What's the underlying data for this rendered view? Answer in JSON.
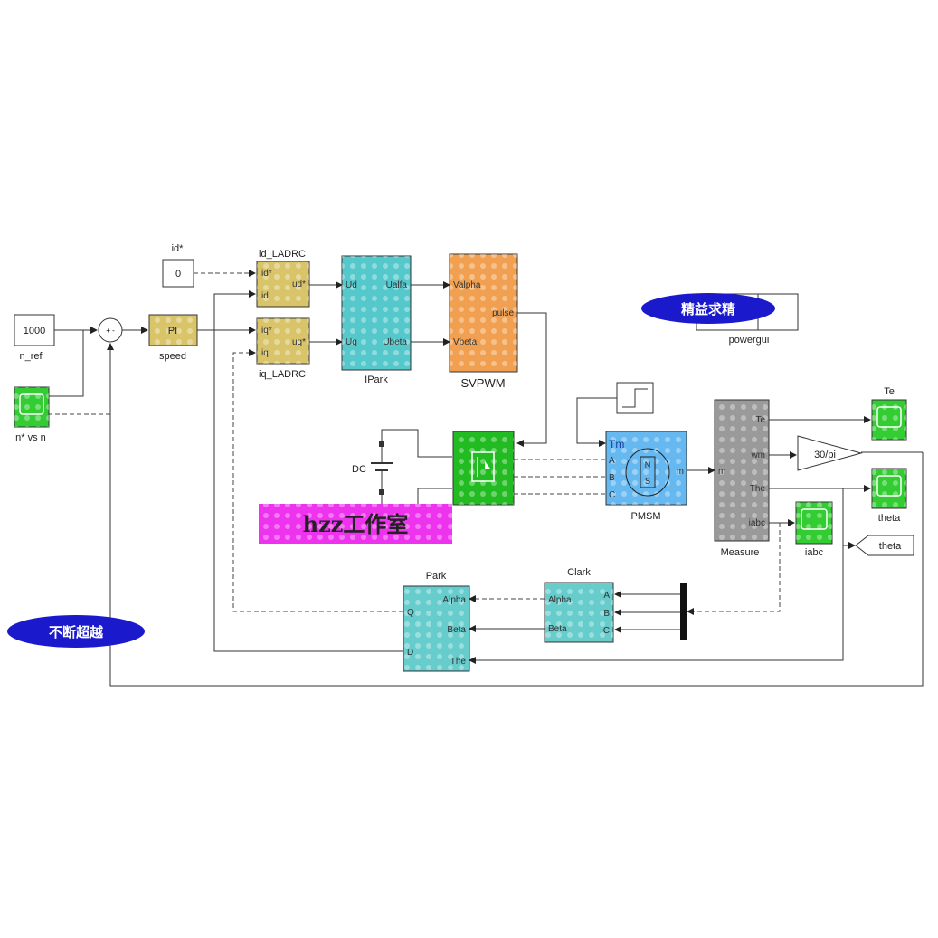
{
  "blocks": {
    "n_ref": {
      "value": "1000",
      "label": "n_ref"
    },
    "sum": {
      "signs": "+ -"
    },
    "pi": {
      "text": "PI",
      "label": "speed"
    },
    "scope_n": {
      "label": "n* vs n"
    },
    "id_const": {
      "value": "0",
      "label": "id*"
    },
    "id_ladrc": {
      "label": "id_LADRC",
      "in1": "id*",
      "in2": "id",
      "out": "ud*"
    },
    "iq_ladrc": {
      "label": "iq_LADRC",
      "in1": "iq*",
      "in2": "iq",
      "out": "uq*"
    },
    "ipark": {
      "label": "IPark",
      "in1": "Ud",
      "in2": "Uq",
      "out1": "Ualfa",
      "out2": "Ubeta"
    },
    "svpwm": {
      "label": "SVPWM",
      "in1": "Valpha",
      "in2": "Vbeta",
      "out": "pulse"
    },
    "powergui": {
      "label": "powergui"
    },
    "dc": {
      "label": "DC"
    },
    "pmsm": {
      "label": "PMSM",
      "tm": "Tm",
      "a": "A",
      "b": "B",
      "c": "C",
      "m": "m",
      "n": "N",
      "s": "S"
    },
    "measure": {
      "label": "Measure",
      "in": "m",
      "o1": "Te",
      "o2": "wm",
      "o3": "The",
      "o4": "iabc"
    },
    "gain": {
      "text": "30/pi"
    },
    "scope_te": {
      "label": "Te"
    },
    "scope_theta": {
      "label": "theta"
    },
    "scope_iabc": {
      "label": "iabc"
    },
    "goto_theta": {
      "text": "theta"
    },
    "park": {
      "label": "Park",
      "in1": "Alpha",
      "in2": "Beta",
      "in3": "The",
      "out1": "Q",
      "out2": "D"
    },
    "clark": {
      "label": "Clark",
      "in1": "A",
      "in2": "B",
      "in3": "C",
      "out1": "Alpha",
      "out2": "Beta"
    }
  },
  "watermarks": {
    "top_right": "精益求精",
    "bottom_left": "不断超越",
    "center": "hzz工作室"
  },
  "colors": {
    "ladrc": "#d9c46a",
    "ipark": "#55c8cc",
    "svpwm": "#f0a050",
    "inverter": "#22bb22",
    "pmsm": "#66b8f0",
    "measure": "#9a9a9a",
    "scope": "#33cc33",
    "park": "#66cccc",
    "magenta": "#ee33ee",
    "oval": "#1a1acc"
  }
}
